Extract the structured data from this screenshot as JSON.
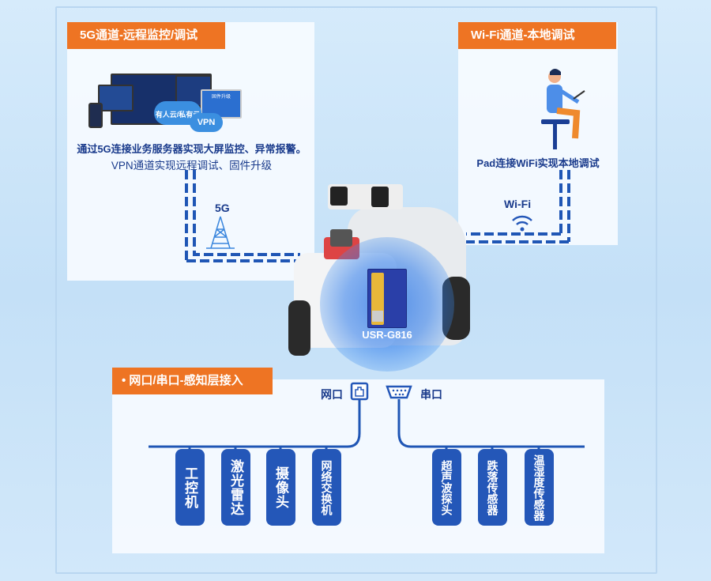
{
  "panel_5g": {
    "title": "5G通道-远程监控/调试",
    "line1": "通过5G连接业务服务器实现大屏监控、异常报警。",
    "line2": "VPN通道实现远程调试、固件升级",
    "cloud_label": "有人云/私有云",
    "vpn_label": "VPN",
    "upgrade_label": "固件升级",
    "channel_label": "5G"
  },
  "panel_wifi": {
    "title": "Wi-Fi通道-本地调试",
    "desc": "Pad连接WiFi实现本地调试",
    "channel_label": "Wi-Fi"
  },
  "device": {
    "name": "USR-G816"
  },
  "panel_sense": {
    "title": "• 网口/串口-感知层接入",
    "ethernet_label": "网口",
    "serial_label": "串口",
    "ethernet_devices": [
      "工控机",
      "激光雷达",
      "摄像头",
      "网络交换机"
    ],
    "serial_devices": [
      "超声波探头",
      "跌落传感器",
      "温湿度传感器"
    ]
  },
  "colors": {
    "accent": "#ee7423",
    "primary": "#2457b8",
    "text": "#1a3b8c"
  }
}
